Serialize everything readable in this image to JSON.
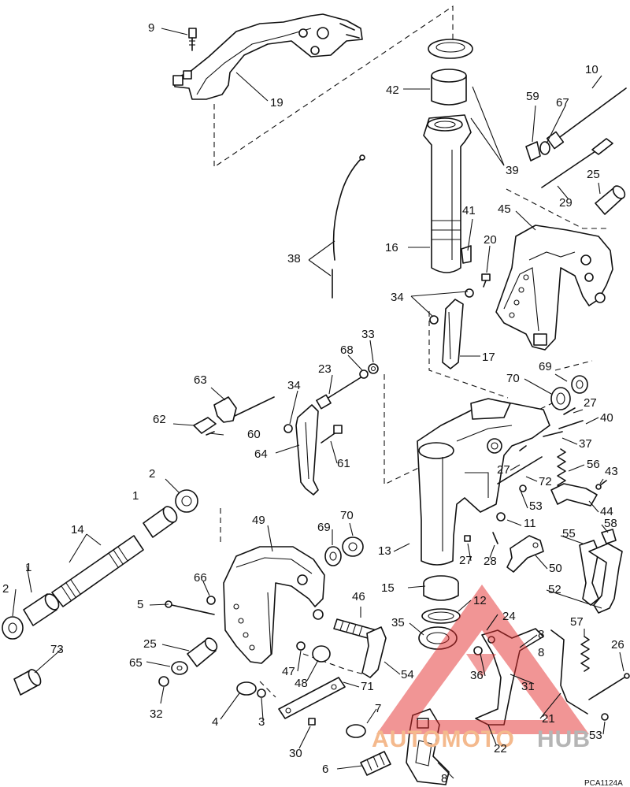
{
  "diagram": {
    "part_numbers": [
      "9",
      "19",
      "42",
      "39",
      "10",
      "59",
      "67",
      "29",
      "25",
      "45",
      "41",
      "16",
      "20",
      "38",
      "34",
      "17",
      "33",
      "68",
      "23",
      "63",
      "62",
      "60",
      "64",
      "61",
      "69",
      "70",
      "27",
      "40",
      "37",
      "56",
      "72",
      "43",
      "53",
      "44",
      "11",
      "58",
      "55",
      "13",
      "28",
      "50",
      "52",
      "2",
      "1",
      "14",
      "49",
      "66",
      "5",
      "12",
      "15",
      "24",
      "8",
      "35",
      "57",
      "26",
      "36",
      "31",
      "46",
      "47",
      "48",
      "54",
      "65",
      "32",
      "71",
      "7",
      "21",
      "22",
      "4",
      "3",
      "30",
      "6",
      "73"
    ],
    "drawing_code": "PCA1124A"
  },
  "watermark": {
    "text_part1": "AUTOMOTO",
    "text_part2": "HUB",
    "colors": {
      "triangle": "#e32b2b",
      "text1": "#f4b98d",
      "text2": "#b5b5b5"
    }
  }
}
